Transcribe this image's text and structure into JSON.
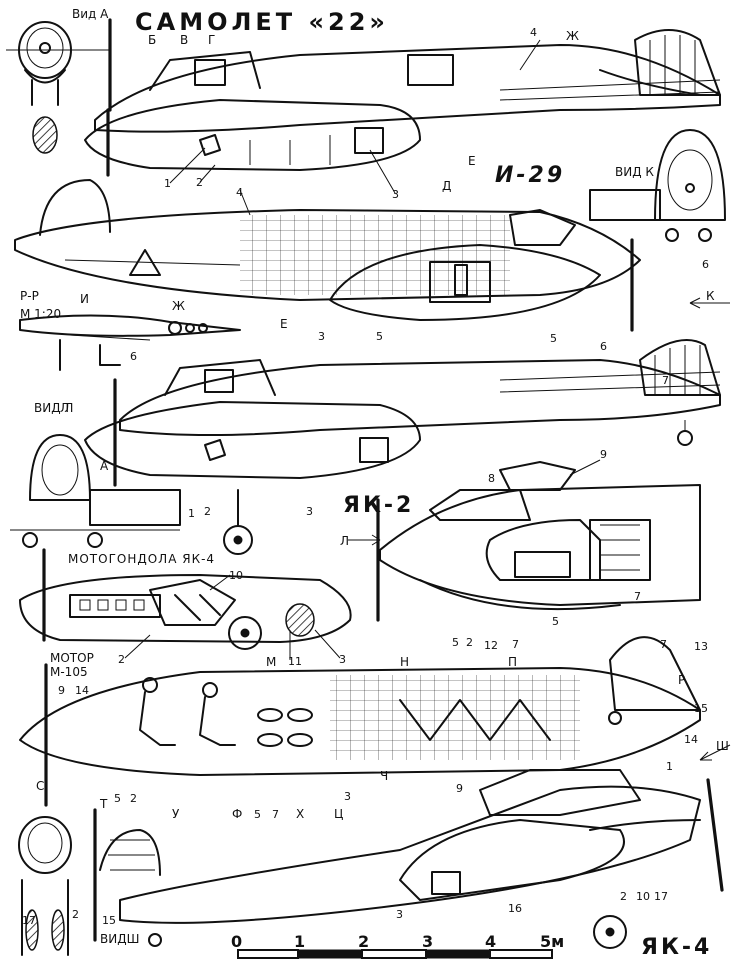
{
  "titles": {
    "samolet": "САМОЛЕТ «22»",
    "i29": "И-29",
    "yak2": "ЯК-2",
    "yak4": "ЯК-4"
  },
  "views": {
    "vid_a": "Вид А",
    "vid_k": "ВИД К",
    "vid_l": "ВИД Л",
    "vid_sh": "ВИДШ"
  },
  "section": {
    "name": "Р-Р",
    "scale": "М 1:20"
  },
  "captions": {
    "nacelle": "МОТОГОНДОЛА ЯК-4",
    "motor_line1": "МОТОР",
    "motor_line2": "М-105"
  },
  "section_letters": [
    "Б",
    "В",
    "Г",
    "Ж",
    "Д",
    "Е",
    "И",
    "Е",
    "Ж",
    "К",
    "Л",
    "А",
    "Л",
    "М",
    "Н",
    "П",
    "Р",
    "С",
    "Т",
    "У",
    "Ф",
    "Х",
    "Ц",
    "Ч",
    "Ш"
  ],
  "callouts_top": [
    "4",
    "1",
    "2",
    "3",
    "4",
    "6",
    "6",
    "3",
    "5",
    "5",
    "6"
  ],
  "callouts_yak2": [
    "7",
    "1",
    "2",
    "3",
    "9",
    "8",
    "5",
    "2",
    "12",
    "7",
    "5",
    "7",
    "13",
    "7"
  ],
  "callouts_nacelle": [
    "10",
    "2",
    "11",
    "3"
  ],
  "callouts_i29b": [
    "9",
    "14",
    "5",
    "2",
    "5",
    "7",
    "3",
    "15",
    "14",
    "3"
  ],
  "callouts_yak4": [
    "9",
    "1",
    "16",
    "2",
    "10",
    "17",
    "17",
    "2",
    "15"
  ],
  "scale_bar": {
    "ticks": [
      "0",
      "1",
      "2",
      "3",
      "4",
      "5м"
    ]
  }
}
